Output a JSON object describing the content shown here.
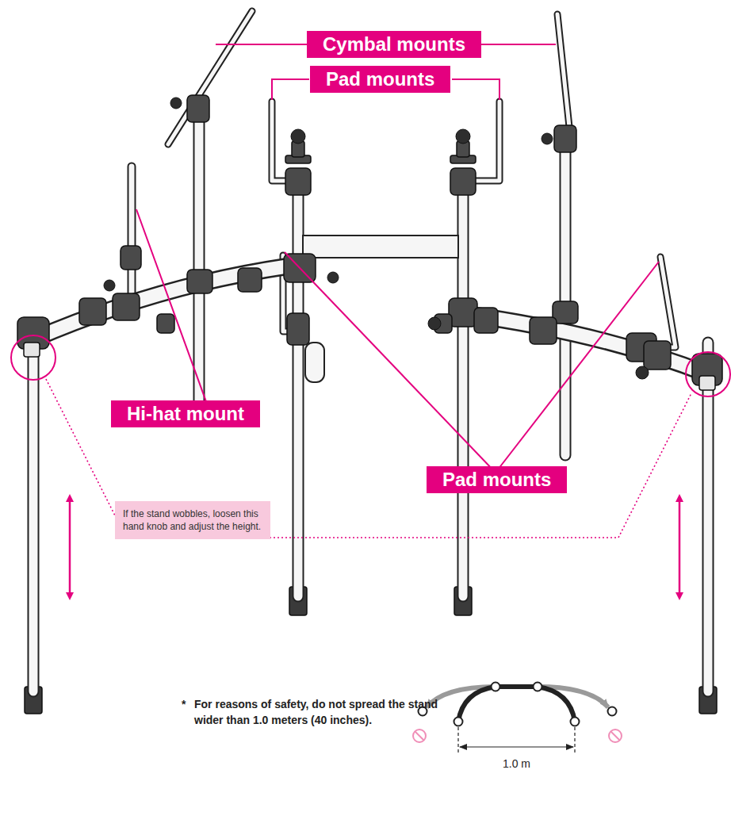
{
  "diagram": {
    "nodes": [
      {
        "text": [
          "Cymbal mounts"
        ]
      },
      {
        "text": [
          "Pad mounts"
        ]
      },
      {
        "text": [
          "Hi-hat mount"
        ]
      },
      {
        "text": [
          "Pad mounts"
        ]
      },
      {
        "text": [
          "If the stand wobbles, loosen this hand knob and adjust the height."
        ]
      }
    ],
    "labels": [
      "*",
      "For reasons of safety, do not spread the stand wider than 1.0 meters (40 inches).",
      "1.0 m"
    ]
  }
}
